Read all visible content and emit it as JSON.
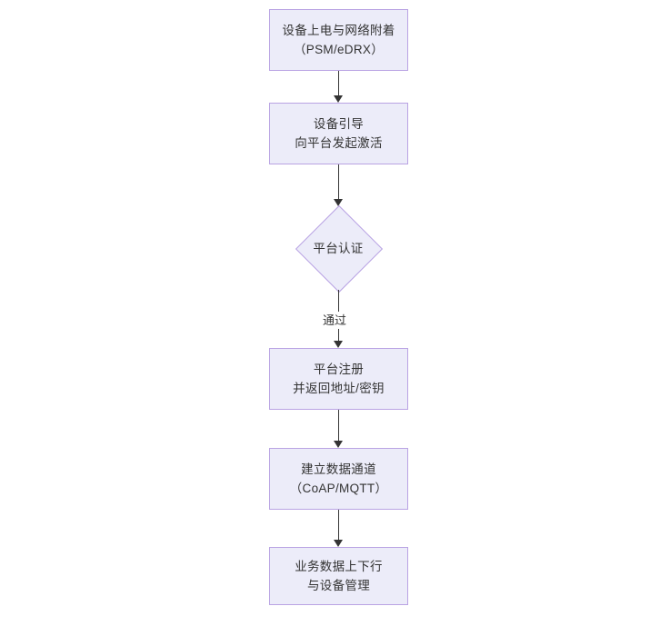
{
  "diagram": {
    "type": "flowchart",
    "orientation": "top-to-bottom",
    "background_color": "#ffffff",
    "node_fill_color": "#ececf9",
    "node_border_color": "#b9a3e3",
    "connector_color": "#333333",
    "text_color": "#333333",
    "nodes": [
      {
        "id": "node-power",
        "shape": "rectangle",
        "lines": [
          "设备上电与网络附着",
          "（PSM/eDRX）"
        ]
      },
      {
        "id": "node-boot",
        "shape": "rectangle",
        "lines": [
          "设备引导",
          "向平台发起激活"
        ]
      },
      {
        "id": "node-auth",
        "shape": "diamond",
        "lines": [
          "平台认证"
        ]
      },
      {
        "id": "node-register",
        "shape": "rectangle",
        "lines": [
          "平台注册",
          "并返回地址/密钥"
        ]
      },
      {
        "id": "node-channel",
        "shape": "rectangle",
        "lines": [
          "建立数据通道",
          "（CoAP/MQTT）"
        ]
      },
      {
        "id": "node-business",
        "shape": "rectangle",
        "lines": [
          "业务数据上下行",
          "与设备管理"
        ]
      }
    ],
    "edges": [
      {
        "id": "edge-1",
        "from": "node-power",
        "to": "node-boot",
        "label": ""
      },
      {
        "id": "edge-2",
        "from": "node-boot",
        "to": "node-auth",
        "label": ""
      },
      {
        "id": "edge-3",
        "from": "node-auth",
        "to": "node-register",
        "label": "通过"
      },
      {
        "id": "edge-4",
        "from": "node-register",
        "to": "node-channel",
        "label": ""
      },
      {
        "id": "edge-5",
        "from": "node-channel",
        "to": "node-business",
        "label": ""
      }
    ]
  }
}
